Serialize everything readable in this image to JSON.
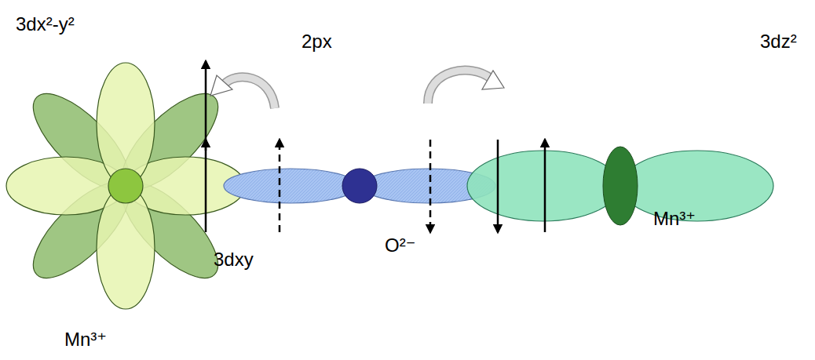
{
  "diagram": {
    "labels": [
      "3dx²-y²",
      "2px",
      "3dz²",
      "O²⁻",
      "Mn³⁺",
      "3dxy",
      "Mn³⁺"
    ]
  }
}
